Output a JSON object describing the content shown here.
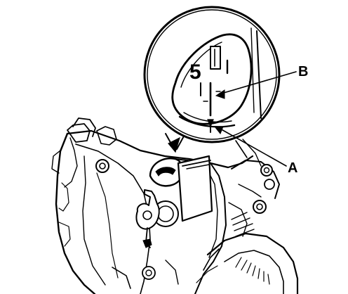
{
  "diagram": {
    "callouts": {
      "a": "A",
      "b": "B"
    },
    "timing_mark_number": "5"
  }
}
